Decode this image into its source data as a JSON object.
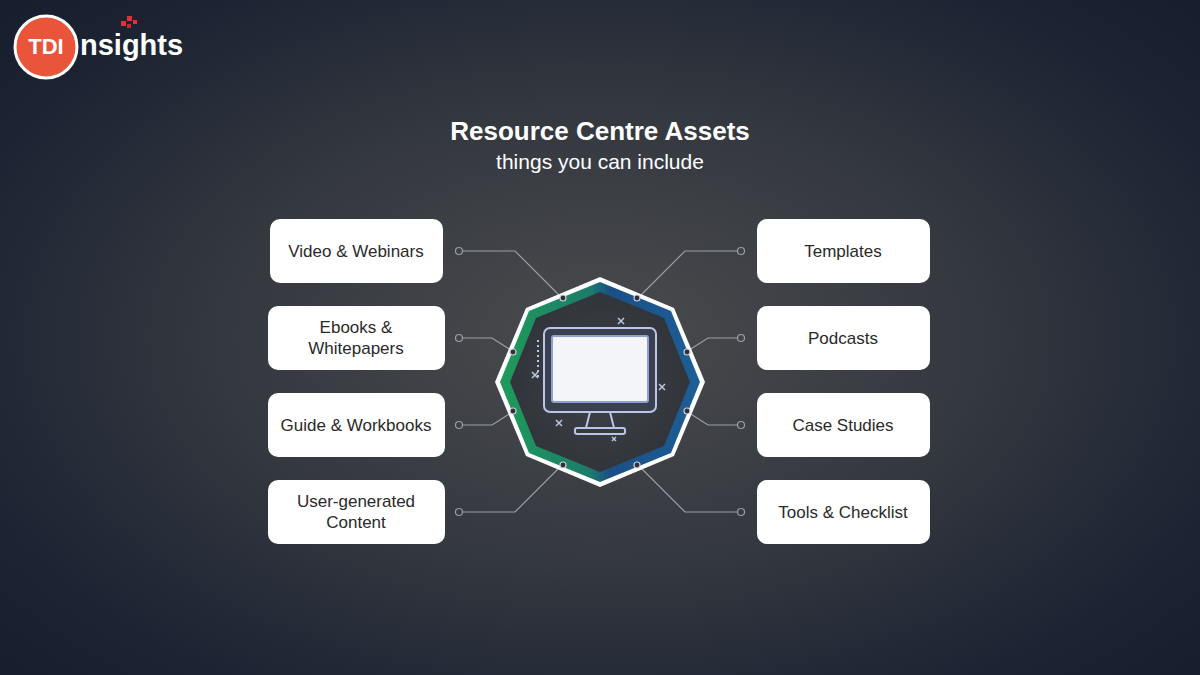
{
  "diagram": {
    "title": "Resource Centre Assets",
    "caption": "things you can include",
    "nodes": [
      {
        "text": [
          "Video & Webinars"
        ]
      },
      {
        "text": [
          "Templates"
        ]
      },
      {
        "text": [
          "Ebooks & Whitepapers"
        ]
      },
      {
        "text": [
          "Podcasts"
        ]
      },
      {
        "text": [
          "Guide & Workbooks"
        ]
      },
      {
        "text": [
          "Case Studies"
        ]
      },
      {
        "text": [
          "User-generated Content"
        ]
      },
      {
        "text": [
          "Tools & Checklist"
        ]
      }
    ],
    "labels": [
      "TDI",
      "nsights"
    ]
  }
}
